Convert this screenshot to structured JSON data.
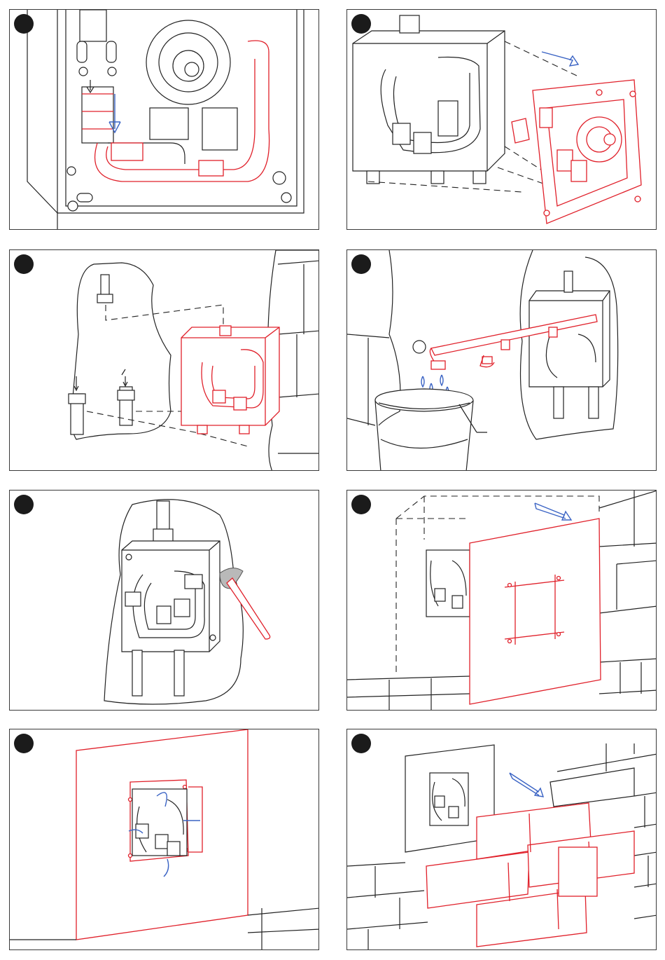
{
  "panels": [
    {
      "id": "step-1",
      "depicts": "service-valve-blue-arrow-down"
    },
    {
      "id": "step-2",
      "depicts": "mounting-plate-separated-blue-arrow"
    },
    {
      "id": "step-3",
      "depicts": "box-placed-on-wall-connections"
    },
    {
      "id": "step-4",
      "depicts": "flushing-pipes-into-bucket"
    },
    {
      "id": "step-5",
      "depicts": "tightening-with-wrench"
    },
    {
      "id": "step-6",
      "depicts": "protective-cover-on-box"
    },
    {
      "id": "step-7",
      "depicts": "cover-plate-with-pipes"
    },
    {
      "id": "step-8",
      "depicts": "tiling-over-box"
    }
  ],
  "colors": {
    "line": "#222222",
    "accent_red": "#e0202a",
    "arrow_blue": "#3a63c4",
    "dot": "#1b1b1b"
  }
}
